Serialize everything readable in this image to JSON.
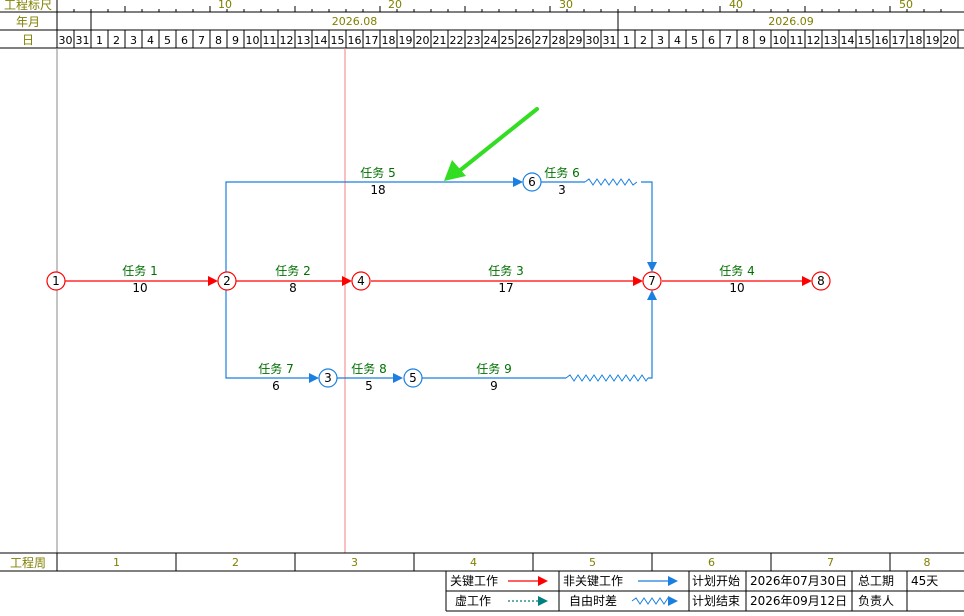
{
  "header": {
    "row_labels": {
      "ruler": "工程标尺",
      "month": "年月",
      "day": "日"
    },
    "ruler_ticks": [
      "10",
      "20",
      "30",
      "40",
      "50"
    ],
    "months": [
      "2026.08",
      "2026.09"
    ],
    "days": [
      "30",
      "31",
      "1",
      "2",
      "3",
      "4",
      "5",
      "6",
      "7",
      "8",
      "9",
      "10",
      "11",
      "12",
      "13",
      "14",
      "15",
      "16",
      "17",
      "18",
      "19",
      "20",
      "21",
      "22",
      "23",
      "24",
      "25",
      "26",
      "27",
      "28",
      "29",
      "30",
      "31",
      "1",
      "2",
      "3",
      "4",
      "5",
      "6",
      "7",
      "8",
      "9",
      "10",
      "11",
      "12",
      "13",
      "14",
      "15",
      "16",
      "17",
      "18",
      "19",
      "20"
    ]
  },
  "network": {
    "nodes": [
      {
        "id": "1",
        "type": "critical"
      },
      {
        "id": "2",
        "type": "critical"
      },
      {
        "id": "3",
        "type": "normal"
      },
      {
        "id": "4",
        "type": "critical"
      },
      {
        "id": "5",
        "type": "normal"
      },
      {
        "id": "6",
        "type": "normal"
      },
      {
        "id": "7",
        "type": "critical"
      },
      {
        "id": "8",
        "type": "critical"
      }
    ],
    "tasks": [
      {
        "name": "任务 1",
        "duration": "10",
        "type": "critical",
        "from": "1",
        "to": "2"
      },
      {
        "name": "任务 2",
        "duration": "8",
        "type": "critical",
        "from": "2",
        "to": "4"
      },
      {
        "name": "任务 3",
        "duration": "17",
        "type": "critical",
        "from": "4",
        "to": "7"
      },
      {
        "name": "任务 4",
        "duration": "10",
        "type": "critical",
        "from": "7",
        "to": "8"
      },
      {
        "name": "任务 5",
        "duration": "18",
        "type": "normal",
        "from": "2",
        "to": "6"
      },
      {
        "name": "任务 6",
        "duration": "3",
        "type": "normal",
        "from": "6",
        "to": "7"
      },
      {
        "name": "任务 7",
        "duration": "6",
        "type": "normal",
        "from": "2",
        "to": "3"
      },
      {
        "name": "任务 8",
        "duration": "5",
        "type": "normal",
        "from": "3",
        "to": "5"
      },
      {
        "name": "任务 9",
        "duration": "9",
        "type": "normal",
        "from": "5",
        "to": "7"
      }
    ]
  },
  "footer": {
    "week_label": "工程周",
    "weeks": [
      "1",
      "2",
      "3",
      "4",
      "5",
      "6",
      "7",
      "8"
    ]
  },
  "legend": {
    "critical_work": "关键工作",
    "non_critical_work": "非关键工作",
    "dummy_work": "虚工作",
    "free_float": "自由时差",
    "plan_start_label": "计划开始",
    "plan_start": "2026年07月30日",
    "plan_end_label": "计划结束",
    "plan_end": "2026年09月12日",
    "total_duration_label": "总工期",
    "total_duration": "45天",
    "owner_label": "负责人",
    "owner": ""
  },
  "colors": {
    "critical": "#ff0000",
    "normal": "#1a7fe0",
    "label_green": "#007000",
    "header_olive": "#808000",
    "arrow_green": "#33dd22",
    "dummy": "#008080"
  }
}
